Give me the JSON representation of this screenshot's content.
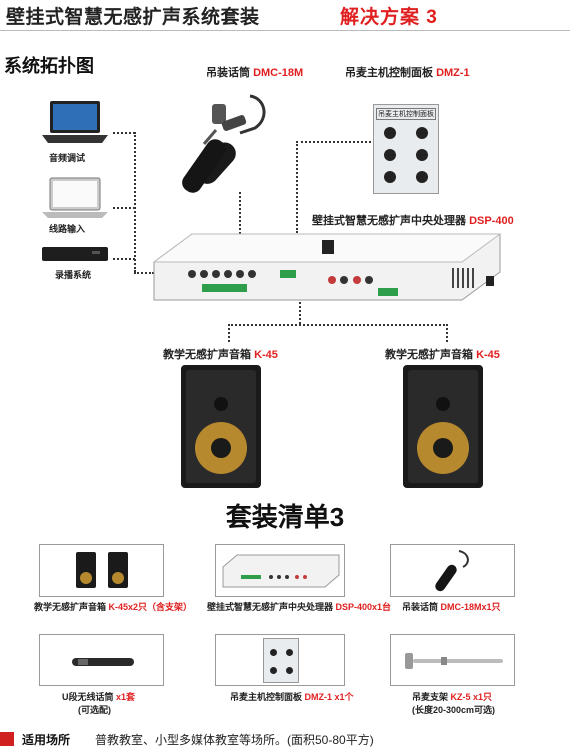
{
  "header": {
    "title": "壁挂式智慧无感扩声系统套装",
    "subtitle": "解决方案 3"
  },
  "topology": {
    "section_title": "系统拓扑图",
    "mic": {
      "name": "吊装话筒",
      "model": "DMC-18M"
    },
    "panel": {
      "name": "吊麦主机控制面板",
      "model": "DMZ-1"
    },
    "panel_face_title": "吊麦主机控制面板",
    "processor": {
      "name": "壁挂式智慧无感扩声中央处理器",
      "model": "DSP-400"
    },
    "devices": [
      {
        "label": "音频调试"
      },
      {
        "label": "线路输入"
      },
      {
        "label": "录播系统"
      }
    ],
    "speaker_left": {
      "name": "教学无感扩声音箱",
      "model": "K-45"
    },
    "speaker_right": {
      "name": "教学无感扩声音箱",
      "model": "K-45"
    }
  },
  "kit": {
    "title": "套装清单3",
    "items": [
      {
        "name": "教学无感扩声音箱",
        "highlight": "K-45x2只（含支架）",
        "note": ""
      },
      {
        "name": "壁挂式智慧无感扩声中央处理器",
        "highlight": "DSP-400x1台",
        "note": ""
      },
      {
        "name": "吊装话筒",
        "highlight": "DMC-18Mx1只",
        "note": ""
      },
      {
        "name": "U段无线话筒",
        "highlight": "x1套",
        "note": "(可选配)"
      },
      {
        "name": "吊麦主机控制面板",
        "highlight": "DMZ-1 x1个",
        "note": ""
      },
      {
        "name": "吊麦支架",
        "highlight": "KZ-5 x1只",
        "note": "(长度20-300cm可选)"
      }
    ]
  },
  "footer": {
    "label": "适用场所",
    "text": "普教教室、小型多媒体教室等场所。(面积50-80平方)"
  },
  "colors": {
    "accent_red": "#e02020",
    "speaker_cone": "#b7892f",
    "device_dark": "#1e1e1e"
  }
}
